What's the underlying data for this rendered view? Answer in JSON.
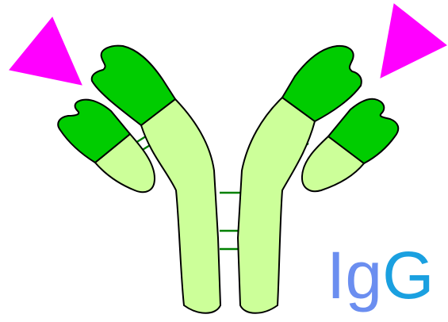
{
  "label": {
    "prefix": "Ig",
    "suffix": "G"
  },
  "colors": {
    "light_green": "#ccff99",
    "dark_green": "#00cc00",
    "bond_green": "#008000",
    "antigen_magenta": "#ff00ff",
    "label_prefix_color": "#6b8ef0",
    "label_suffix_color": "#1aa0e0",
    "outline": "#000000"
  },
  "components": {
    "heavy_chains": 2,
    "light_chains": 2,
    "antigens": 2,
    "hinge_disulfide_bonds": 3,
    "heavy_light_disulfide_bonds_per_arm": 2
  }
}
